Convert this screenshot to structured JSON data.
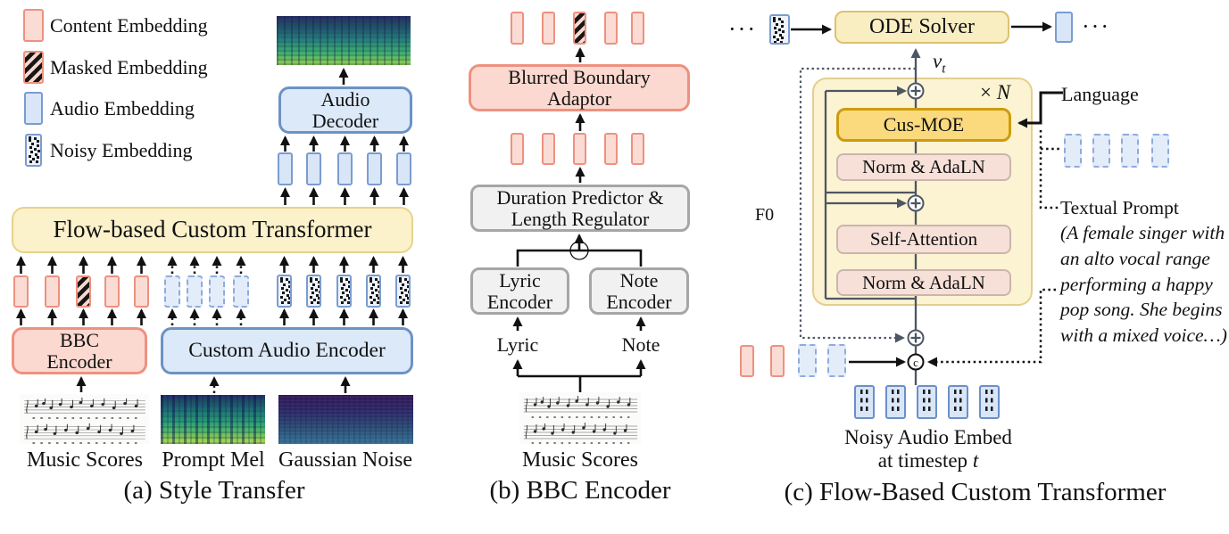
{
  "legend": {
    "items": [
      {
        "label": "Content Embedding"
      },
      {
        "label": "Masked Embedding"
      },
      {
        "label": "Audio Embedding"
      },
      {
        "label": "Noisy Embedding"
      }
    ]
  },
  "panel_a": {
    "caption": "(a) Style Transfer",
    "audio_decoder_line1": "Audio",
    "audio_decoder_line2": "Decoder",
    "transformer_label": "Flow-based Custom Transformer",
    "bbc_encoder_line1": "BBC",
    "bbc_encoder_line2": "Encoder",
    "custom_audio_encoder_label": "Custom Audio Encoder",
    "input_music_scores": "Music Scores",
    "input_prompt_mel": "Prompt Mel",
    "input_gaussian_noise": "Gaussian Noise"
  },
  "panel_b": {
    "caption": "(b) BBC Encoder",
    "adaptor_line1": "Blurred Boundary",
    "adaptor_line2": "Adaptor",
    "duration_line1": "Duration Predictor &",
    "duration_line2": "Length Regulator",
    "lyric_encoder_line1": "Lyric",
    "lyric_encoder_line2": "Encoder",
    "note_encoder_line1": "Note",
    "note_encoder_line2": "Encoder",
    "lyric_label": "Lyric",
    "note_label": "Note",
    "music_scores_label": "Music Scores"
  },
  "panel_c": {
    "caption": "(c) Flow-Based Custom Transformer",
    "ode_solver_label": "ODE Solver",
    "ellipsis_left": "···",
    "ellipsis_right": "···",
    "vt_v": "v",
    "vt_sub": "t",
    "loop_times": "×",
    "loop_n": "N",
    "cus_moe_label": "Cus-MOE",
    "norm_adaln_top_label": "Norm & AdaLN",
    "self_attention_label": "Self-Attention",
    "norm_adaln_bottom_label": "Norm & AdaLN",
    "f0_label": "F0",
    "language_label": "Language",
    "textual_prompt_title": "Textual Prompt",
    "textual_prompt_body": "(A female singer with an alto vocal range performing a happy pop song. She begins with a mixed voice…)",
    "noisy_embed_label_line1": "Noisy Audio Embed",
    "noisy_embed_label_line2": "at timestep",
    "noisy_embed_t": "t",
    "concat_symbol": "c"
  },
  "colors": {
    "content_embedding_border": "#ee9180",
    "content_embedding_fill": "#fadcd4",
    "audio_embedding_border": "#7b9cd0",
    "audio_embedding_fill": "#d9e6f7",
    "transformer_fill": "#fbf1ca",
    "transformer_border": "#e7d28c",
    "cus_moe_fill": "#fada7d",
    "cus_moe_border": "#cc9c0f",
    "norm_fill": "#f6e0d8",
    "inner_line": "#4d5663",
    "arrow": "#111111"
  }
}
